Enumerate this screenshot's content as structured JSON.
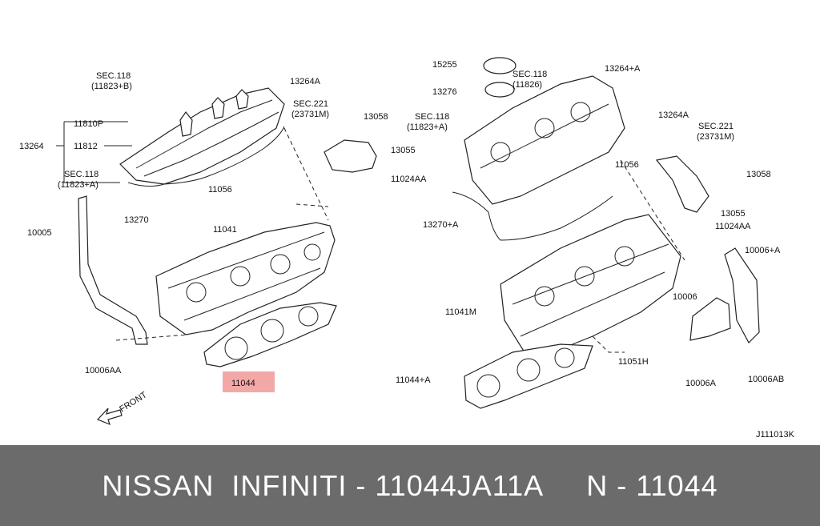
{
  "highlight": {
    "color": "#f3a8a8"
  },
  "labels": {
    "sec118_b": "SEC.118",
    "sec118_b2": "(11823+B)",
    "l13264A_top": "13264A",
    "l11810P": "11810P",
    "l13264": "13264",
    "l11812": "11812",
    "sec118_a": "SEC.118",
    "sec118_a2": "(11823+A)",
    "l13270": "13270",
    "sec221_l": "SEC.221",
    "sec221_l2": "(23731M)",
    "l13058_l": "13058",
    "l13055_l": "13055",
    "l11024AA_l": "11024AA",
    "l11056_l": "11056",
    "l11041": "11041",
    "l10005": "10005",
    "l10006AA": "10006AA",
    "l11044": "11044",
    "front": "FRONT",
    "l15255": "15255",
    "l13276": "13276",
    "sec118_r": "SEC.118",
    "sec118_r2": "(11826)",
    "l13264plusA": "13264+A",
    "sec118_ra": "SEC.118",
    "sec118_ra2": "(11823+A)",
    "l13264A_r": "13264A",
    "sec221_r": "SEC.221",
    "sec221_r2": "(23731M)",
    "l11056_r": "11056",
    "l13058_r": "13058",
    "l13270plusA": "13270+A",
    "l13055_r": "13055",
    "l11024AA_r": "11024AA",
    "l10006plusA": "10006+A",
    "l10006": "10006",
    "l11041M": "11041M",
    "l11051H": "11051H",
    "l11044plusA": "11044+A",
    "l10006A": "10006A",
    "l10006AB": "10006AB",
    "ref": "J111013K"
  },
  "footer": {
    "text": "NISSAN  INFINITI - 11044JA11A     N - 11044"
  }
}
